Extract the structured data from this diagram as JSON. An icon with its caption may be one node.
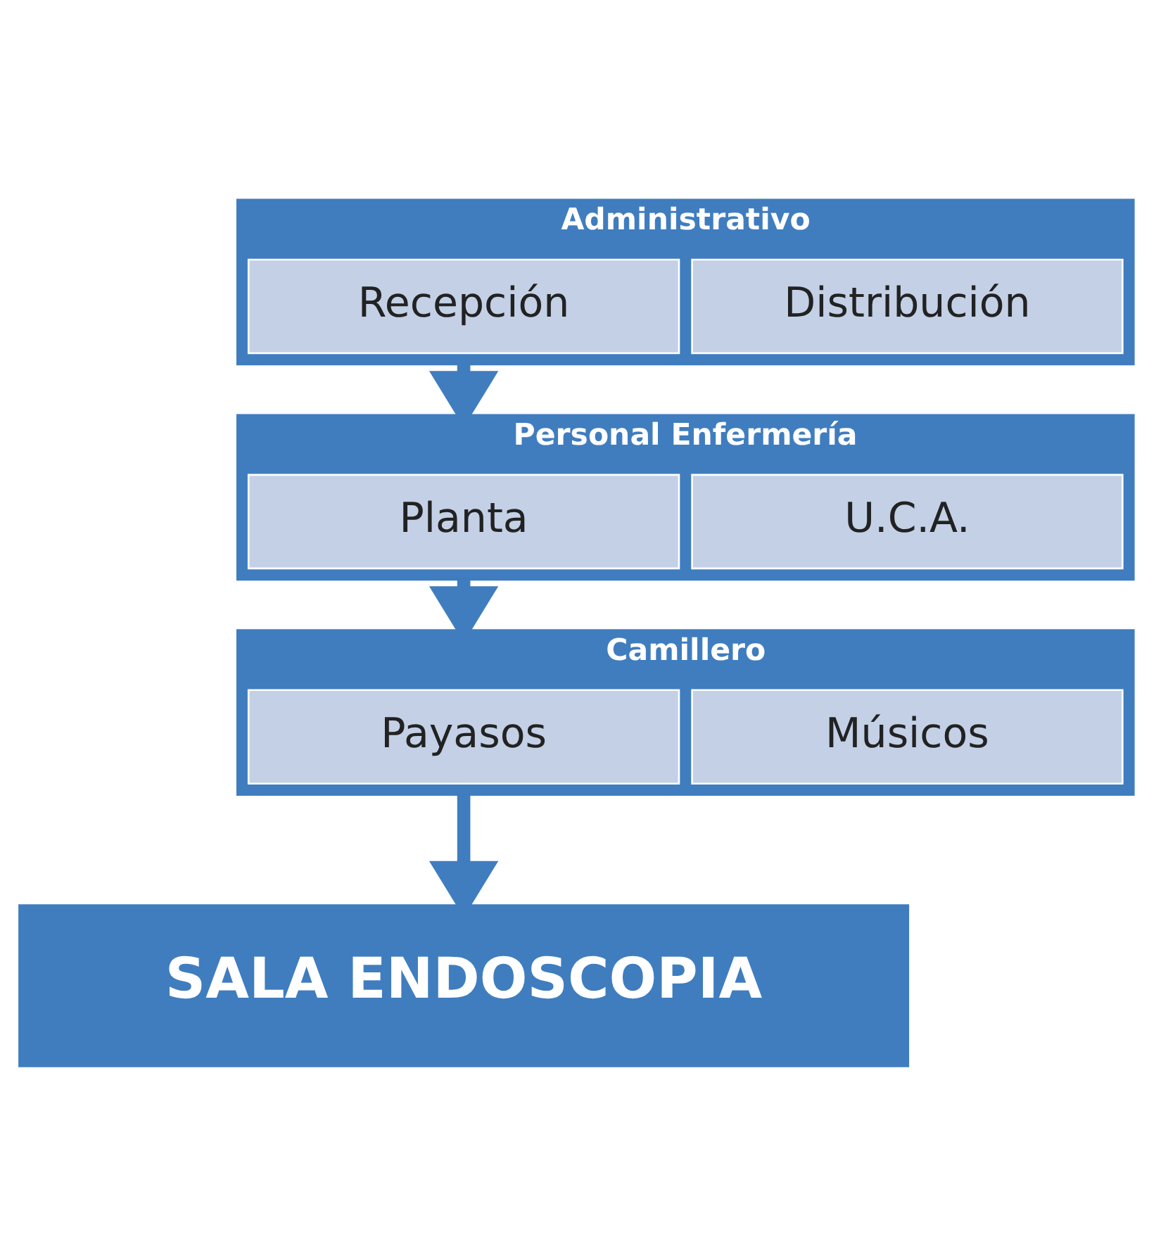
{
  "diagram": {
    "nodes": [
      {
        "text": [
          "Administrativo"
        ]
      },
      {
        "text": [
          "Recepción"
        ],
        "in": 0
      },
      {
        "text": [
          "Distribución"
        ],
        "in": 0
      },
      {
        "text": [
          "Personal Enfermería"
        ]
      },
      {
        "text": [
          "Planta"
        ],
        "in": 3
      },
      {
        "text": [
          "U.C.A."
        ],
        "in": 3
      },
      {
        "text": [
          "Camillero"
        ]
      },
      {
        "text": [
          "Payasos"
        ],
        "in": 6
      },
      {
        "text": [
          "Músicos"
        ],
        "in": 6
      },
      {
        "text": [
          "SALA ENDOSCOPIA"
        ]
      }
    ],
    "edges": [
      {
        "from": 0,
        "to": 3,
        "arrow": "to"
      },
      {
        "from": 3,
        "to": 6,
        "arrow": "to"
      },
      {
        "from": 6,
        "to": 9,
        "arrow": "to"
      }
    ]
  }
}
